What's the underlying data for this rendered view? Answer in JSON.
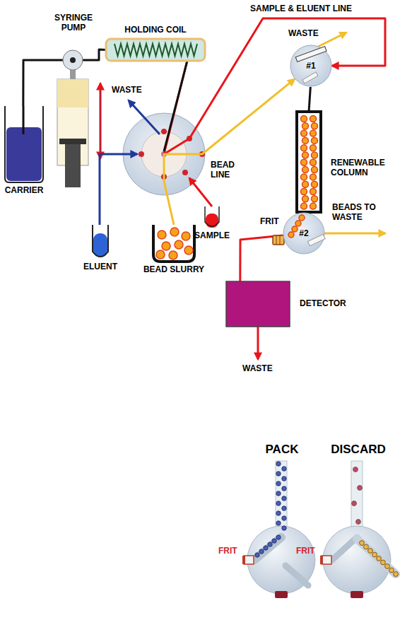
{
  "diagram": {
    "nodes": [
      {
        "text": [
          "CARRIER"
        ]
      },
      {
        "text": [
          "SYRINGE PUMP"
        ]
      },
      {
        "text": [
          "HOLDING COIL"
        ]
      },
      {
        "text": [
          "#1"
        ]
      },
      {
        "text": [
          "RENEWABLE COLUMN"
        ]
      },
      {
        "text": [
          "#2"
        ]
      },
      {
        "text": [
          "DETECTOR"
        ]
      },
      {
        "text": [
          "ELUENT"
        ]
      },
      {
        "text": [
          "BEAD SLURRY"
        ]
      },
      {
        "text": [
          "SAMPLE"
        ]
      }
    ],
    "edges": [
      {
        "from": 0,
        "to": 1,
        "arrow": "none"
      },
      {
        "from": 1,
        "to": 2,
        "arrow": "none"
      },
      {
        "from": 2,
        "to": 3,
        "label": "SAMPLE & ELUENT LINE",
        "arrow": "to"
      },
      {
        "from": 8,
        "to": 3,
        "label": "BEAD LINE",
        "arrow": "to"
      },
      {
        "from": 3,
        "to": 4,
        "arrow": "none"
      },
      {
        "from": 4,
        "to": 5,
        "arrow": "none"
      },
      {
        "from": 5,
        "to": 6,
        "arrow": "none"
      }
    ],
    "labels": [
      "WASTE",
      "WASTE",
      "FRIT",
      "BEADS TO WASTE",
      "WASTE",
      "PACK",
      "DISCARD",
      "FRIT",
      "FRIT"
    ]
  }
}
